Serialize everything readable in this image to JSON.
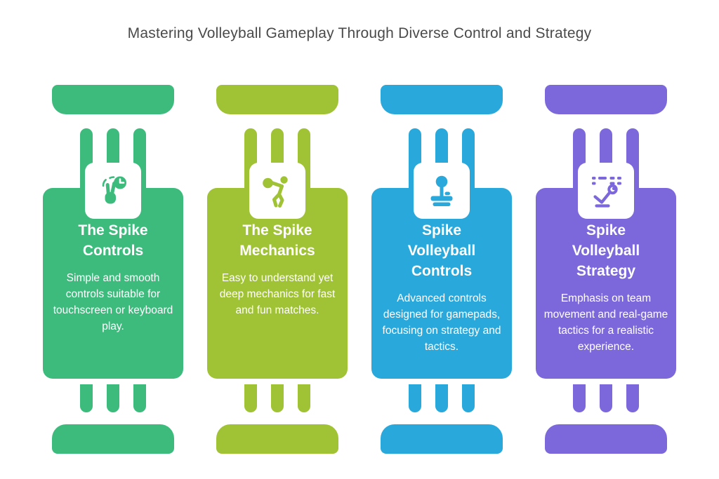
{
  "page": {
    "title": "Mastering Volleyball Gameplay Through Diverse Control and Strategy",
    "title_color": "#4a4a4a",
    "background": "#ffffff"
  },
  "cards": [
    {
      "title": "The Spike Controls",
      "description": "Simple and smooth controls suitable for touchscreen or keyboard play.",
      "color": "#3CBB7C",
      "icon": "touch-timer-icon"
    },
    {
      "title": "The Spike Mechanics",
      "description": "Easy to understand yet deep mechanics for fast and fun matches.",
      "color": "#A0C235",
      "icon": "volleyball-player-icon"
    },
    {
      "title": "Spike Volleyball Controls",
      "description": "Advanced controls designed for gamepads, focusing on strategy and tactics.",
      "color": "#29A8DB",
      "icon": "joystick-icon"
    },
    {
      "title": "Spike Volleyball Strategy",
      "description": "Emphasis on team movement and real-game tactics for a realistic experience.",
      "color": "#7D68DB",
      "icon": "strategy-board-icon"
    }
  ]
}
